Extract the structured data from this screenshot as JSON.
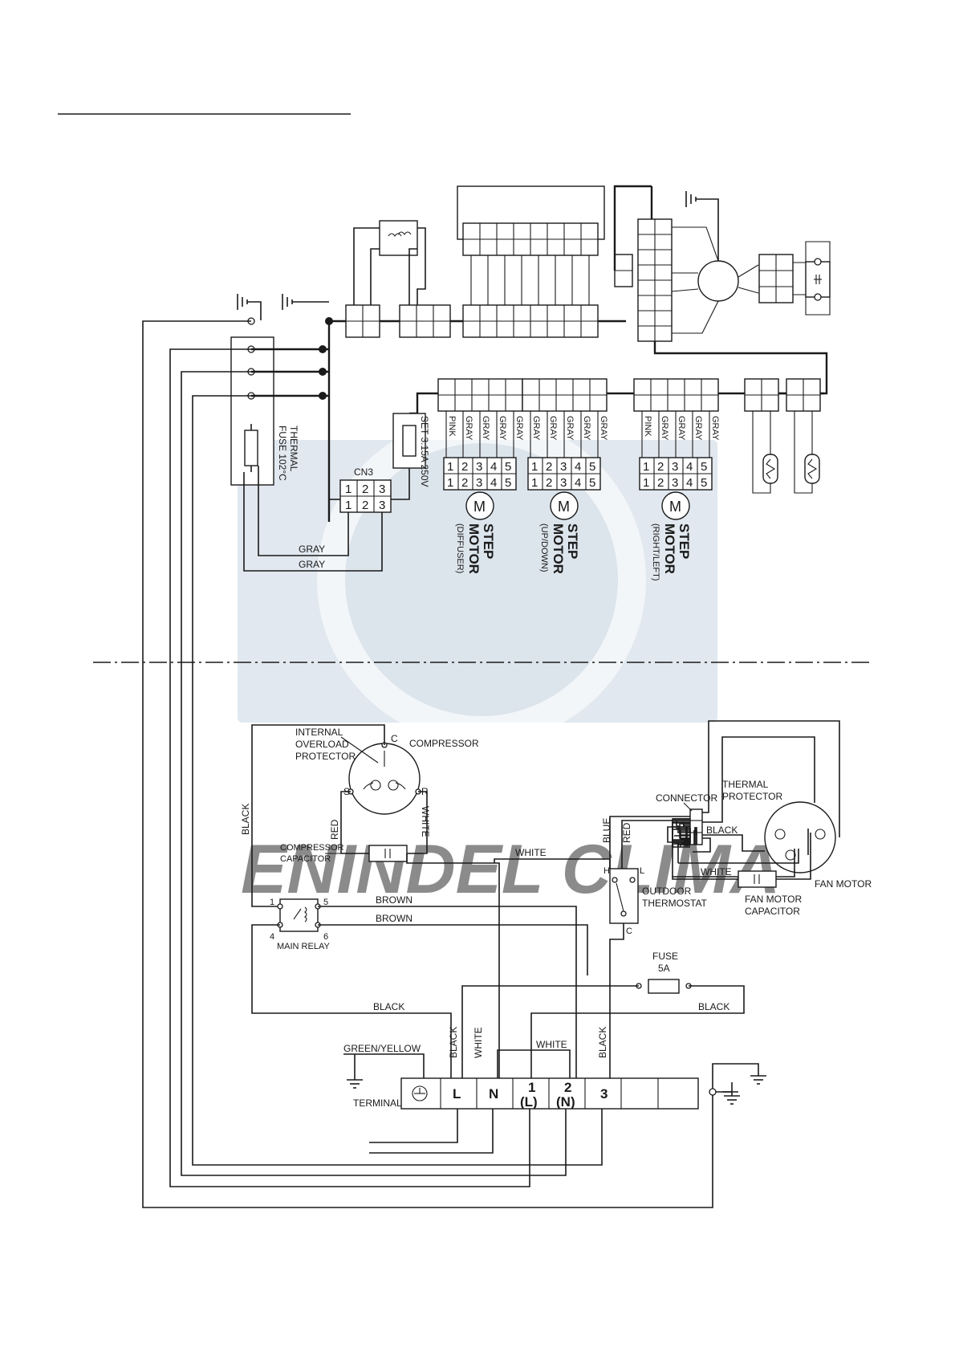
{
  "thermal_fuse": {
    "line1": "THERMAL",
    "line2": "FUSE 102°C"
  },
  "fuse_rating": "SET 3.15A 250V",
  "cn3": {
    "label": "CN3",
    "pins": [
      "1",
      "2",
      "3"
    ]
  },
  "wires": {
    "gray": "GRAY",
    "pink": "PINK",
    "black": "BLACK",
    "red": "RED",
    "white": "WHITE",
    "blue": "BLUE",
    "brown": "BROWN",
    "green_yellow": "GREEN/YELLOW"
  },
  "step_motor_pins": [
    "1",
    "2",
    "3",
    "4",
    "5"
  ],
  "step_motors": [
    {
      "title": "STEP",
      "title2": "MOTOR",
      "sub": "(DIFFUSER)"
    },
    {
      "title": "STEP",
      "title2": "MOTOR",
      "sub": "(UP/DOWN)"
    },
    {
      "title": "STEP",
      "title2": "MOTOR",
      "sub": "(RIGHT/LEFT)"
    }
  ],
  "motor_symbol": "M",
  "compressor": {
    "label": "COMPRESSOR",
    "protector": [
      "INTERNAL",
      "OVERLOAD",
      "PROTECTOR"
    ],
    "pins": {
      "c": "C",
      "s": "S",
      "r": "R"
    },
    "capacitor": [
      "COMPRESSOR",
      "CAPACITOR"
    ]
  },
  "fan": {
    "connector": "CONNECTOR",
    "protector": [
      "THERMAL",
      "PROTECTOR"
    ],
    "motor": "FAN MOTOR",
    "capacitor": [
      "FAN MOTOR",
      "CAPACITOR"
    ]
  },
  "thermostat": {
    "label": [
      "OUTDOOR",
      "THERMOSTAT"
    ],
    "h": "H",
    "l": "L",
    "c": "C"
  },
  "relay": {
    "label": "MAIN RELAY",
    "pins": [
      "1",
      "5",
      "4",
      "6"
    ]
  },
  "fuse": {
    "label": "FUSE",
    "rating": "5A"
  },
  "terminal": {
    "label": "TERMINAL",
    "cells": [
      "L",
      "N",
      "1",
      "(L)",
      "2",
      "(N)",
      "3"
    ]
  },
  "watermark": "ENINDEL CLIMA"
}
